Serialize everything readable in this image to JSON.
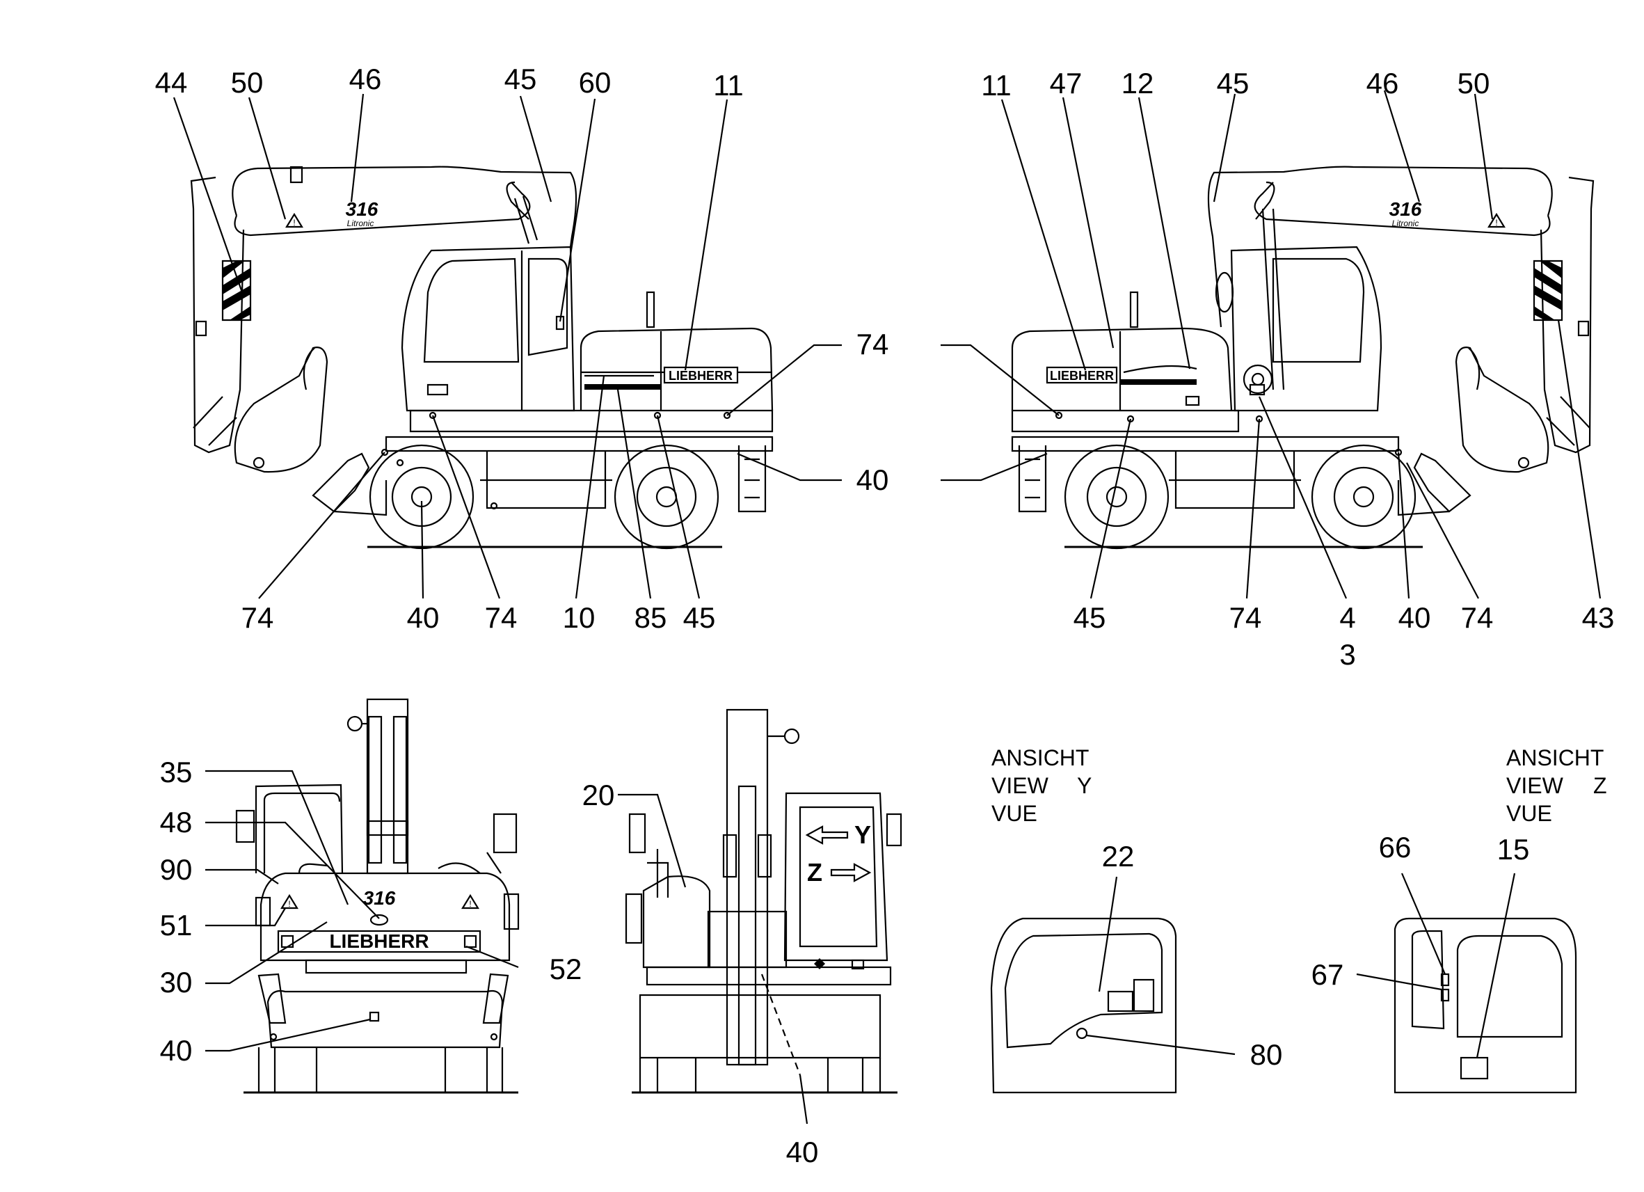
{
  "colors": {
    "ink": "#000000",
    "paper": "#ffffff"
  },
  "left_view": {
    "callouts_top": [
      "44",
      "50",
      "46",
      "45",
      "60",
      "11"
    ],
    "callouts_side": [
      "74",
      "40"
    ],
    "callouts_bottom": [
      "74",
      "40",
      "74",
      "10",
      "85",
      "45"
    ]
  },
  "right_view": {
    "callouts_top": [
      "11",
      "47",
      "12",
      "45",
      "46",
      "50"
    ],
    "callouts_bottom": [
      "45",
      "74",
      "4",
      "3",
      "40",
      "74",
      "43"
    ]
  },
  "rear_view": {
    "callouts": [
      "35",
      "48",
      "90",
      "51",
      "30",
      "40",
      "52"
    ]
  },
  "front_view": {
    "callouts": [
      "20",
      "40"
    ],
    "arrow_y": "Y",
    "arrow_z": "Z"
  },
  "view_y": {
    "caption_lines": [
      "ANSICHT",
      "VIEW",
      "VUE"
    ],
    "letter": "Y",
    "callouts": [
      "22",
      "80"
    ]
  },
  "view_z": {
    "caption_lines": [
      "ANSICHT",
      "VIEW",
      "VUE"
    ],
    "letter": "Z",
    "callouts": [
      "66",
      "15",
      "67"
    ]
  },
  "decals": {
    "brand": "LIEBHERR",
    "model": "316",
    "model_sub": "Litronic"
  }
}
